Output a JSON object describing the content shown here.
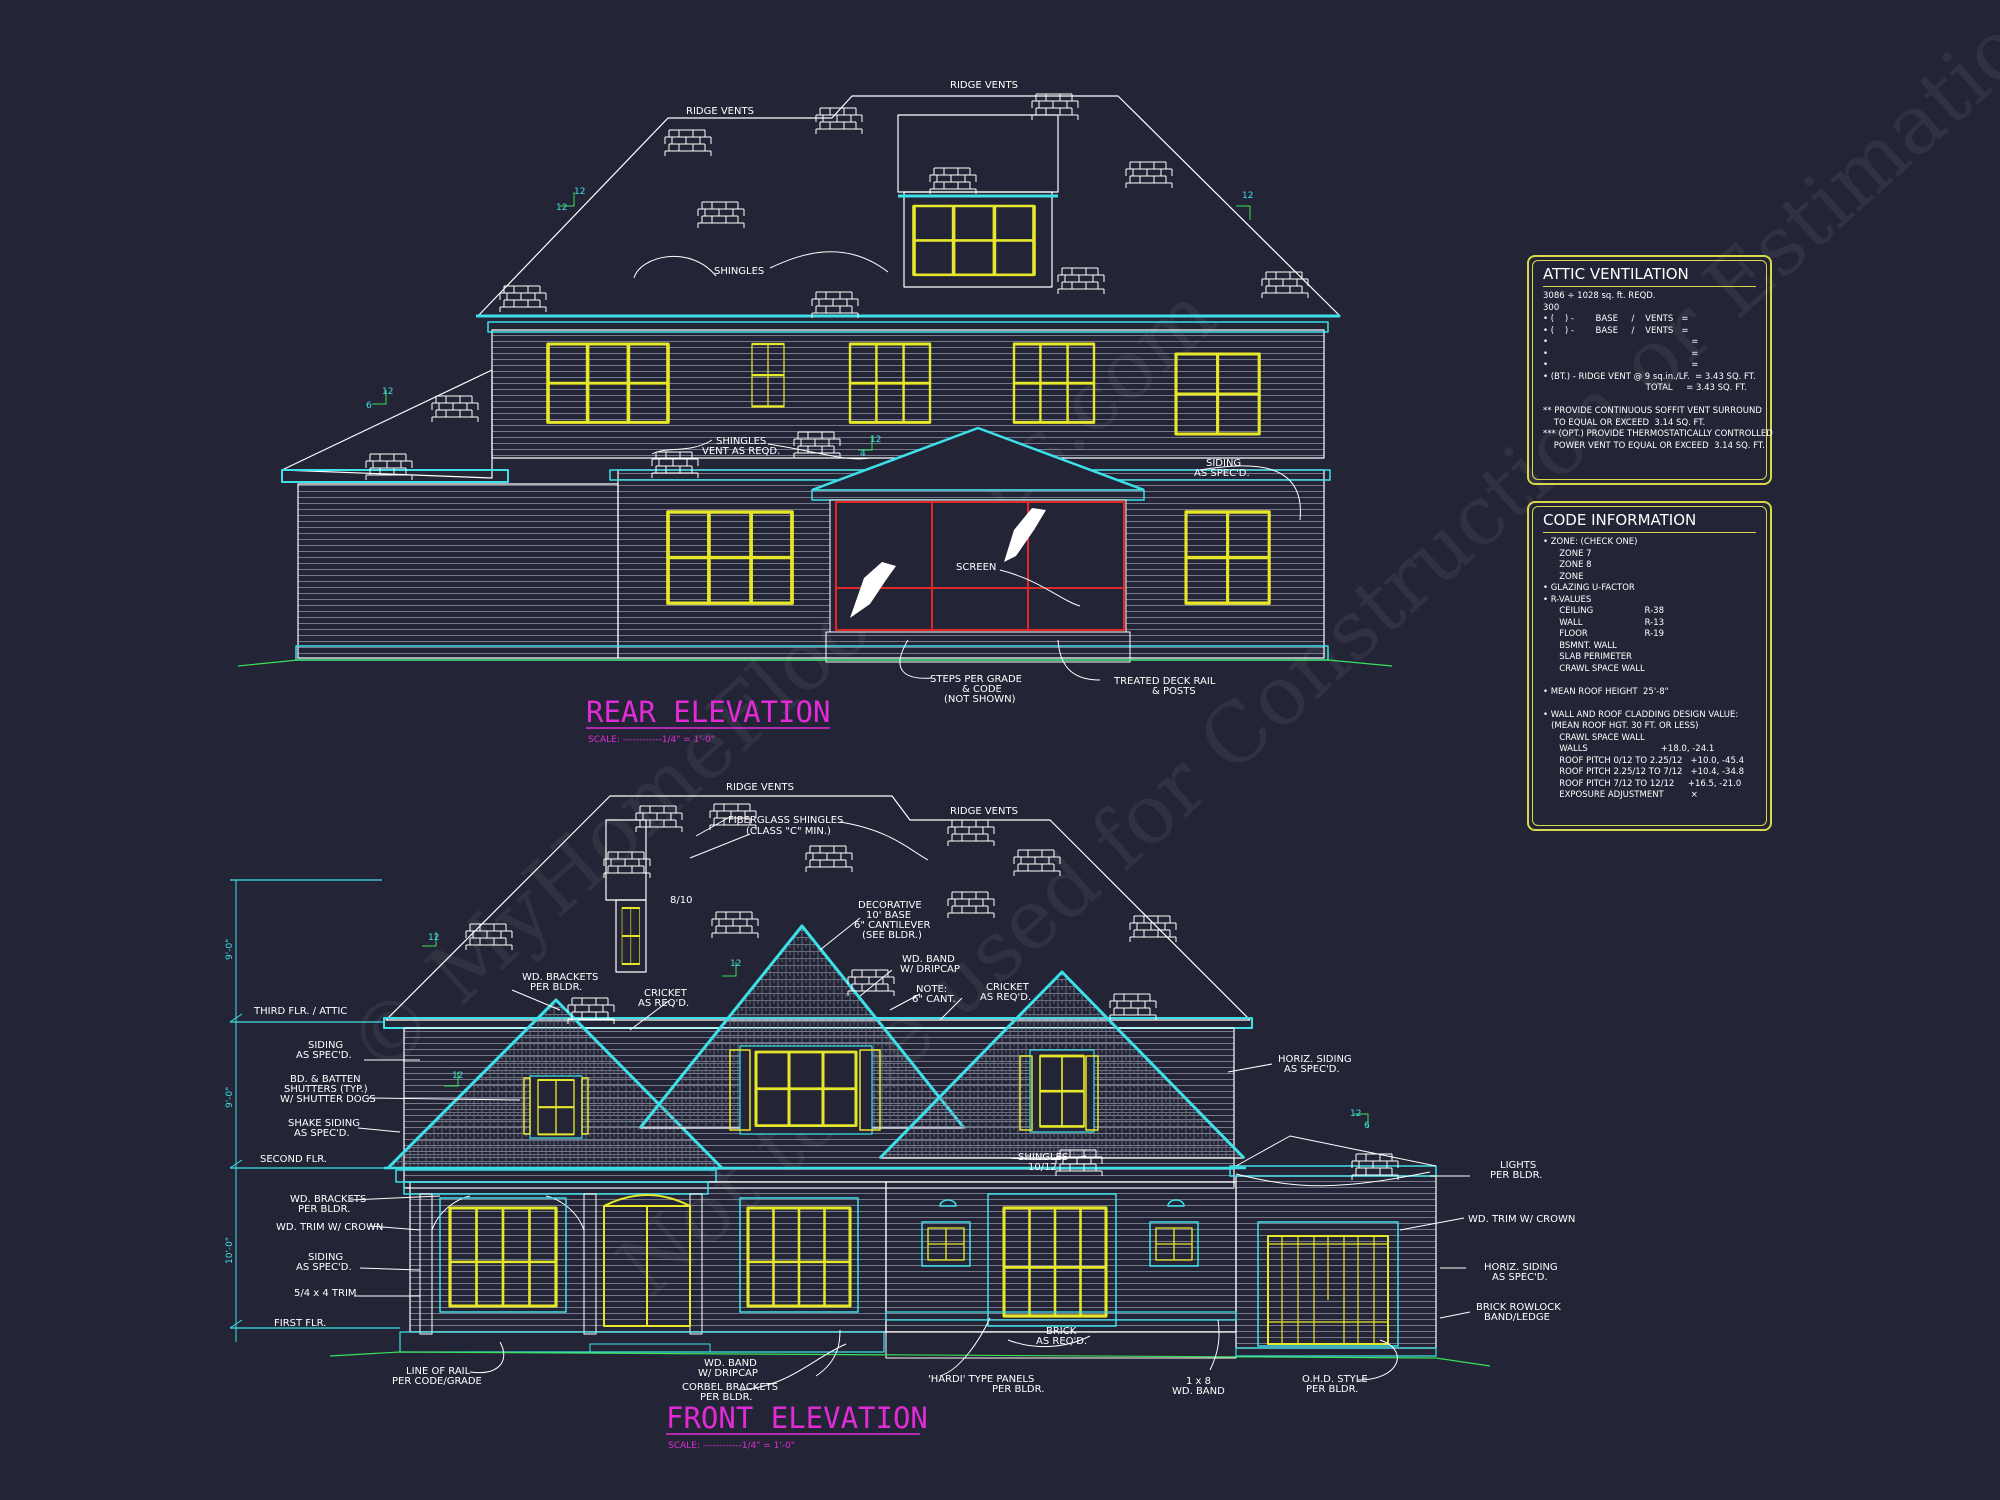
{
  "rear_elevation": {
    "title": "REAR ELEVATION",
    "scale": "SCALE: ------------1/4\" = 1'-0\"",
    "labels": {
      "ridge_vents_left": "RIDGE VENTS",
      "ridge_vents_top": "RIDGE VENTS",
      "shingles": "SHINGLES",
      "shingles_vent_1": "SHINGLES",
      "shingles_vent_2": "VENT AS REQD.",
      "siding_1": "SIDING",
      "siding_2": "AS SPEC'D.",
      "screen": "SCREEN",
      "steps_1": "STEPS PER GRADE",
      "steps_2": "& CODE",
      "steps_3": "(NOT SHOWN)",
      "deck_1": "TREATED DECK RAIL",
      "deck_2": "& POSTS"
    },
    "pitches": {
      "p1": "12",
      "p2": "12",
      "p3": "12",
      "p4": "6",
      "p5": "12",
      "p6": "4",
      "p7": "12"
    }
  },
  "front_elevation": {
    "title": "FRONT ELEVATION",
    "scale": "SCALE: ------------1/4\" = 1'-0\"",
    "levels": {
      "third": "THIRD FLR. / ATTIC",
      "second": "SECOND FLR.",
      "first": "FIRST FLR.",
      "dim_top": "9'-0\"",
      "dim_mid": "9'-0\"",
      "dim_bot": "10'-0\""
    },
    "labels": {
      "ridge_vents_1": "RIDGE VENTS",
      "ridge_vents_2": "RIDGE VENTS",
      "fiberglass_1": "FIBERGLASS SHINGLES",
      "fiberglass_2": "(CLASS \"C\" MIN.)",
      "size_810": "8/10",
      "decorative_1": "DECORATIVE",
      "decorative_2": "10' BASE",
      "decorative_3": "6\" CANTILEVER",
      "decorative_4": "(SEE BLDR.)",
      "wd_band_1": "WD. BAND",
      "wd_band_2": "W/ DRIPCAP",
      "note_1": "NOTE:",
      "note_2": "6\" CANT.",
      "cricket_r1": "CRICKET",
      "cricket_r2": "AS REQ'D.",
      "cricket_l1": "CRICKET",
      "cricket_l2": "AS REQ'D.",
      "wd_brackets_1": "WD. BRACKETS",
      "wd_brackets_2": "PER BLDR.",
      "siding_1": "SIDING",
      "siding_2": "AS SPEC'D.",
      "bd_batten_1": "BD. & BATTEN",
      "bd_batten_2": "SHUTTERS (TYP.)",
      "bd_batten_3": "W/ SHUTTER DOGS",
      "shake_1": "SHAKE SIDING",
      "shake_2": "AS SPEC'D.",
      "wd_brackets_b1": "WD. BRACKETS",
      "wd_brackets_b2": "PER BLDR.",
      "wd_trim_crown": "WD. TRIM W/ CROWN",
      "siding_b1": "SIDING",
      "siding_b2": "AS SPEC'D.",
      "trim_54": "5/4 x 4 TRIM",
      "horiz_siding_1": "HORIZ. SIDING",
      "horiz_siding_2": "AS SPEC'D.",
      "shingles_1": "SHINGLES",
      "shingles_2": "10/12",
      "lights_1": "LIGHTS",
      "lights_2": "PER BLDR.",
      "wd_trim_crown_r": "WD. TRIM W/ CROWN",
      "horiz_siding_b1": "HORIZ. SIDING",
      "horiz_siding_b2": "AS SPEC'D.",
      "brick_rowlock_1": "BRICK ROWLOCK",
      "brick_rowlock_2": "BAND/LEDGE",
      "line_rail_1": "LINE OF RAIL",
      "line_rail_2": "PER CODE/GRADE",
      "wd_band_b1": "WD. BAND",
      "wd_band_b2": "W/ DRIPCAP",
      "corbel_1": "CORBEL BRACKETS",
      "corbel_2": "PER BLDR.",
      "brick_1": "BRICK",
      "brick_2": "AS REQ'D.",
      "hardi_1": "'HARDI' TYPE PANELS",
      "hardi_2": "PER BLDR.",
      "band_1x8_1": "1 x 8",
      "band_1x8_2": "WD. BAND",
      "ohd_1": "O.H.D. STYLE",
      "ohd_2": "PER BLDR."
    },
    "pitches": {
      "p1": "12",
      "p2": "12",
      "p3": "12",
      "p4": "12",
      "p5": "6"
    }
  },
  "attic_ventilation": {
    "title": "ATTIC VENTILATION",
    "lines": [
      "3086 ÷ 1028 sq. ft. REQD.",
      "300",
      "• (    ) -        BASE     /    VENTS   =",
      "• (    ) -        BASE     /    VENTS   =",
      "•                                                     =",
      "•                                                     =",
      "•                                                     =",
      "• (BT.) - RIDGE VENT @ 9 sq.in./LF.  = 3.43 SQ. FT.",
      "                                      TOTAL     = 3.43 SQ. FT.",
      "",
      "** PROVIDE CONTINUOUS SOFFIT VENT SURROUND",
      "    TO EQUAL OR EXCEED  3.14 SQ. FT.",
      "*** (OPT.) PROVIDE THERMOSTATICALLY CONTROLLED",
      "    POWER VENT TO EQUAL OR EXCEED  3.14 SQ. FT."
    ]
  },
  "code_information": {
    "title": "CODE INFORMATION",
    "lines": [
      "• ZONE: (CHECK ONE)",
      "      ZONE 7",
      "      ZONE 8",
      "      ZONE",
      "• GLAZING U-FACTOR",
      "• R-VALUES",
      "      CEILING                   R-38",
      "      WALL                       R-13",
      "      FLOOR                     R-19",
      "      BSMNT. WALL",
      "      SLAB PERIMETER",
      "      CRAWL SPACE WALL",
      "",
      "• MEAN ROOF HEIGHT  25'-8\"",
      "",
      "• WALL AND ROOF CLADDING DESIGN VALUE:",
      "   (MEAN ROOF HGT. 30 FT. OR LESS)",
      "      CRAWL SPACE WALL",
      "      WALLS                           +18.0, -24.1",
      "      ROOF PITCH 0/12 TO 2.25/12   +10.0, -45.4",
      "      ROOF PITCH 2.25/12 TO 7/12   +10.4, -34.8",
      "      ROOF PITCH 7/12 TO 12/12     +16.5, -21.0",
      "      EXPOSURE ADJUSTMENT          ×"
    ]
  },
  "watermark": "© MyHomeFloorPlans.com",
  "watermark_2": "Not to be used for Construction or Estimation",
  "colors": {
    "background": "#232536",
    "line": "#3de0e8",
    "window": "#e6e62a",
    "title": "#e22ad6",
    "text": "#ffffff",
    "screen": "#e02a2a",
    "ground": "#3ae05a"
  }
}
